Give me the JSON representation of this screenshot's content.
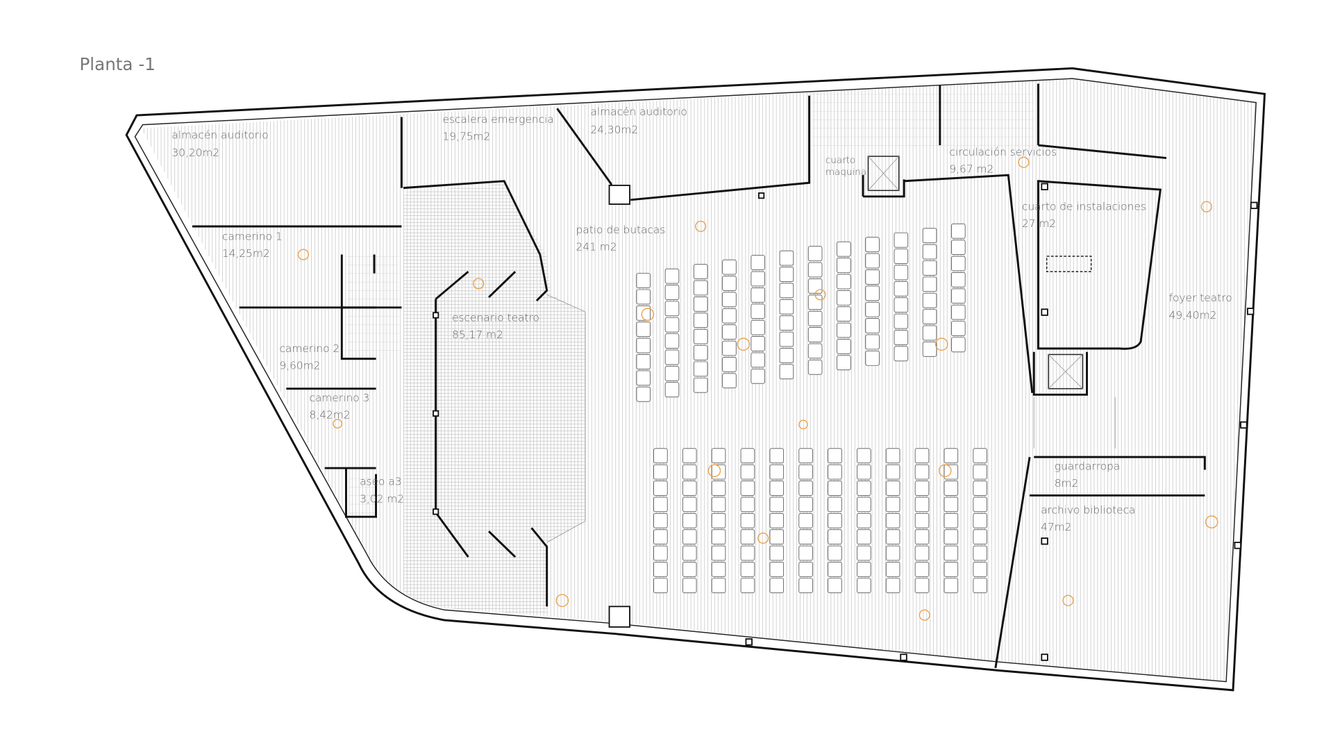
{
  "title": "Planta -1",
  "rooms": [
    {
      "name": "almacén auditorio",
      "area": "30,20m2"
    },
    {
      "name": "escalera emergencia",
      "area": "19,75m2"
    },
    {
      "name": "almacén auditorio",
      "area": "24,30m2"
    },
    {
      "name": "cuarto",
      "area": "maquina"
    },
    {
      "name": "circulación servicios",
      "area": "9,67 m2"
    },
    {
      "name": "cuarto de instalaciones",
      "area": "27 m2"
    },
    {
      "name": "patio de butacas",
      "area": "241 m2"
    },
    {
      "name": "camerino 1",
      "area": "14,25m2"
    },
    {
      "name": "escenario teatro",
      "area": "85,17 m2"
    },
    {
      "name": "foyer teatro",
      "area": "49,40m2"
    },
    {
      "name": "camerino 2",
      "area": "9,60m2"
    },
    {
      "name": "camerino 3",
      "area": "8,42m2"
    },
    {
      "name": "aseo a3",
      "area": "3,02 m2"
    },
    {
      "name": "guardarropa",
      "area": "8m2"
    },
    {
      "name": "archivo biblioteca",
      "area": "47m2"
    }
  ],
  "colors": {
    "walls": "#111111",
    "hatch": "#bbbbbb",
    "figures": "#e8a04a",
    "text": "#666666"
  }
}
